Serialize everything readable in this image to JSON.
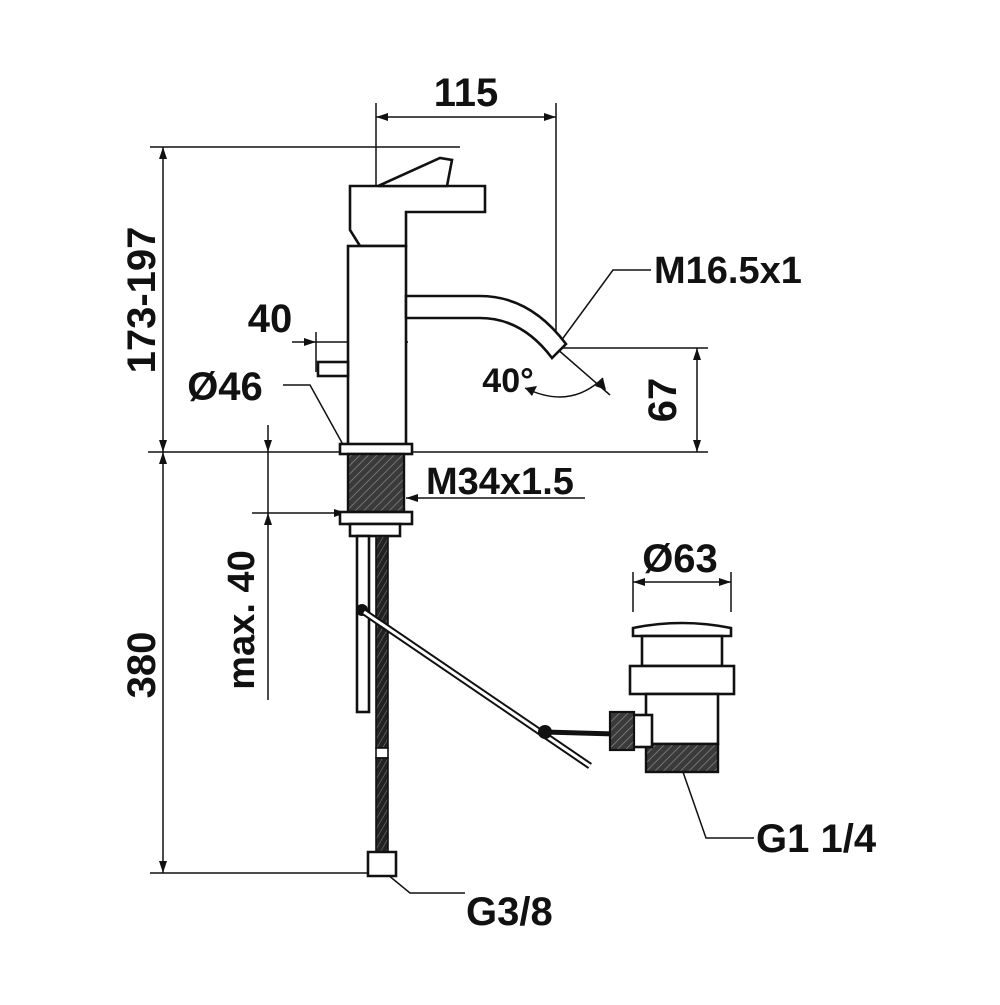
{
  "drawing": {
    "dimensions": {
      "spout_reach": "115",
      "height_range": "173-197",
      "spout_thread": "M16.5x1",
      "lever_offset": "40",
      "spout_angle": "40°",
      "base_diameter": "Ø46",
      "spout_height": "67",
      "mount_thread": "M34x1.5",
      "max_deck": "max. 40",
      "waste_diameter": "Ø63",
      "hose_length": "380",
      "hose_connection": "G3/8",
      "waste_thread": "G1 1/4"
    },
    "line_color": "#111111",
    "background_color": "#ffffff"
  }
}
